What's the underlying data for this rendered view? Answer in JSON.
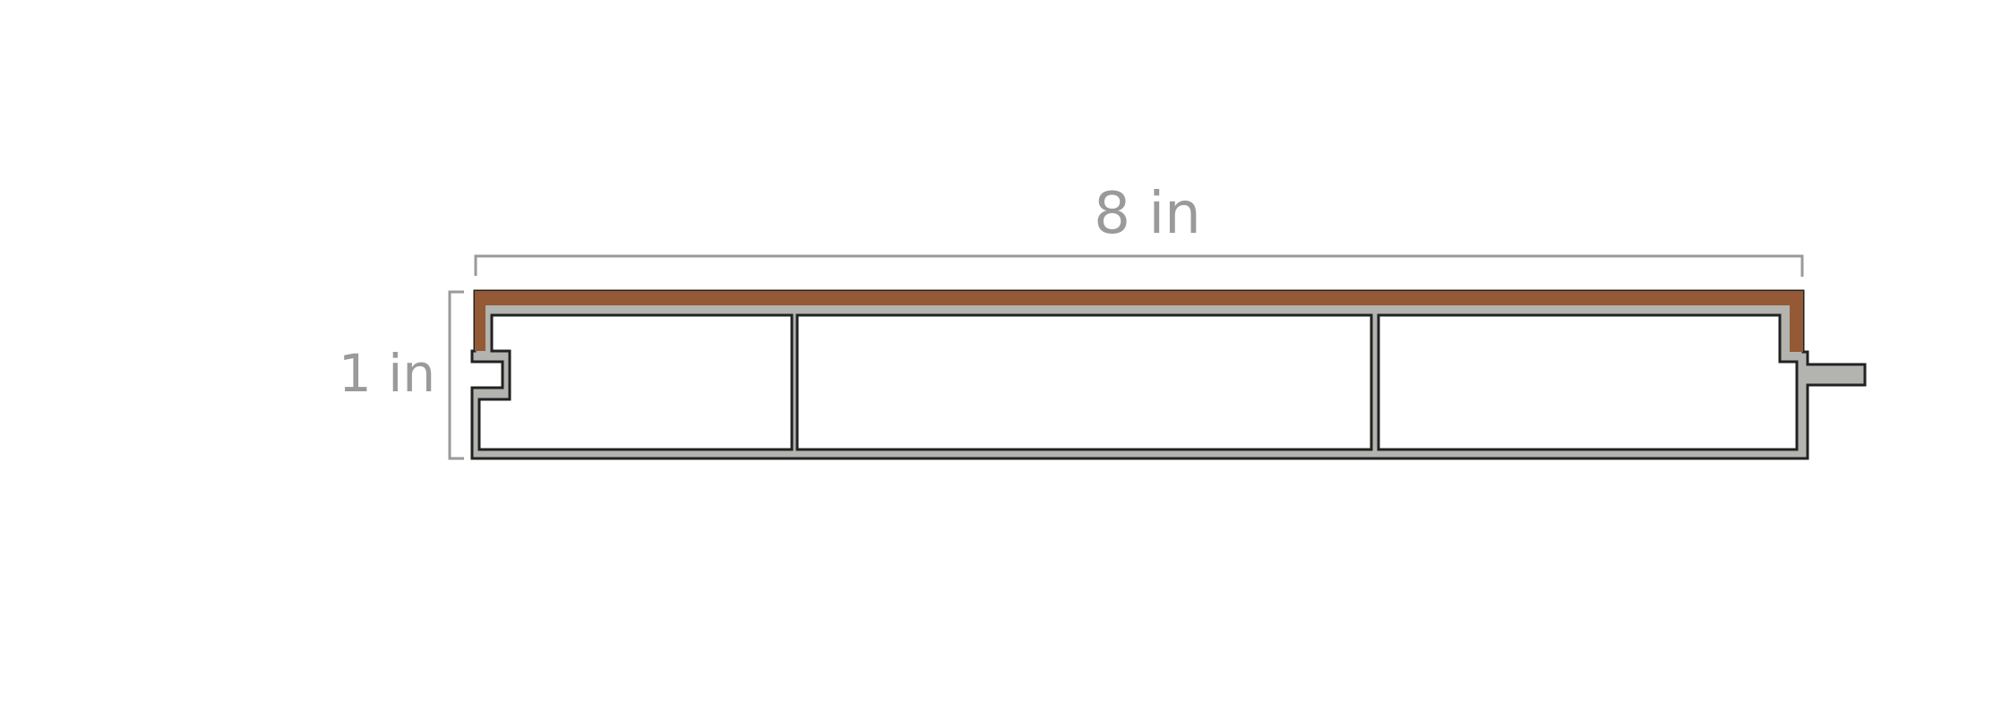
{
  "dimensions": {
    "width_label": "8 in",
    "height_label": "1 in"
  },
  "colors": {
    "cap_layer": "#935a35",
    "core": "#b3b4b0",
    "outline": "#222222",
    "dimension": "#9a9a9a"
  },
  "profile": {
    "hollow_cells": 3
  }
}
